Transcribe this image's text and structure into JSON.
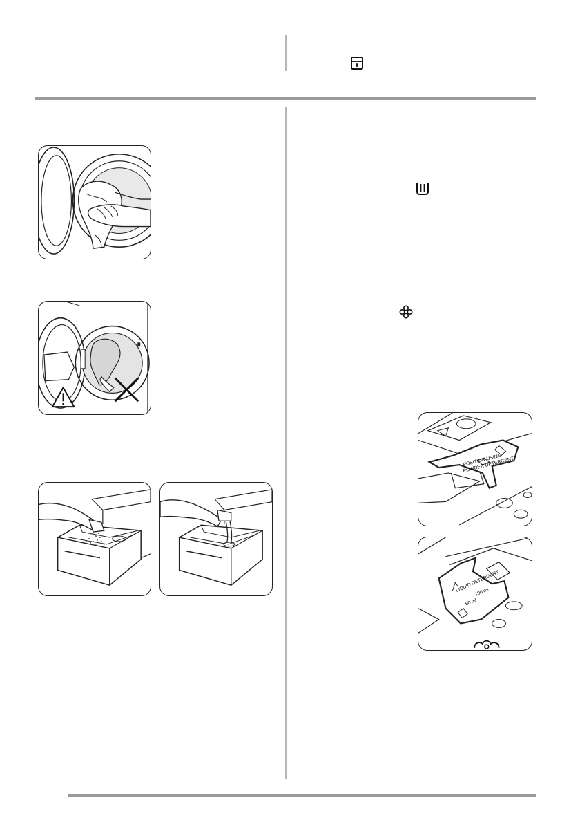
{
  "header": {
    "lock_icon": "door-lock-icon"
  },
  "left_column": {
    "illustrations": [
      {
        "icon": "laundry-into-drum-illustration"
      },
      {
        "icon": "laundry-caught-in-door-warning-illustration"
      },
      {
        "icon": "powder-detergent-into-compartment-illustration"
      },
      {
        "icon": "liquid-detergent-into-compartment-illustration"
      }
    ]
  },
  "right_column": {
    "prewash_icon": "prewash-compartment-icon",
    "softener_icon": "fabric-softener-icon",
    "flap_illustrations": [
      {
        "icon": "detergent-flap-powder-position-illustration",
        "flap_text": [
          "POSITION USING",
          "POWDER DETERGENT"
        ]
      },
      {
        "icon": "detergent-flap-liquid-position-illustration",
        "flap_text": [
          "LIQUID DETERGENT",
          "100 ml",
          "60 ml"
        ]
      }
    ]
  },
  "colors": {
    "rule": "#9a9a9a",
    "divider": "#b5b5b5",
    "ink": "#222222"
  }
}
